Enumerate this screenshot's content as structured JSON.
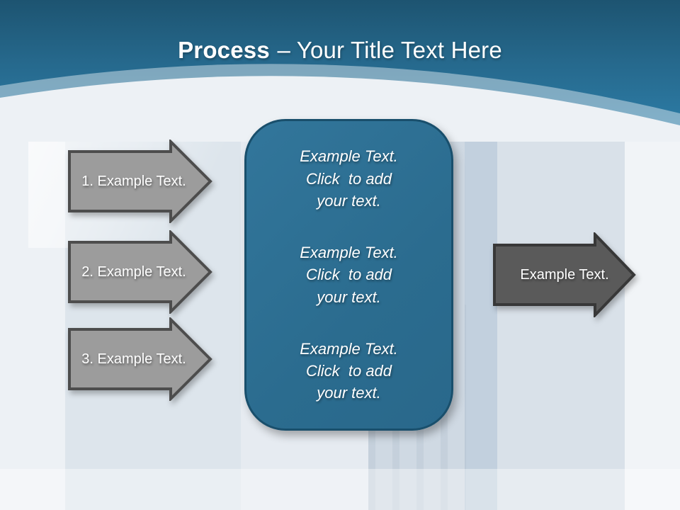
{
  "slide": {
    "title": {
      "emphasis": "Process",
      "rest": "– Your Title Text Here"
    }
  },
  "left_arrows": [
    {
      "label": "1. Example Text."
    },
    {
      "label": "2. Example Text."
    },
    {
      "label": "3. Example Text."
    }
  ],
  "center_box": {
    "blocks": [
      {
        "text": "Example Text.\nClick  to add\nyour text."
      },
      {
        "text": "Example Text.\nClick  to add\nyour text."
      },
      {
        "text": "Example Text.\nClick  to add\nyour text."
      }
    ]
  },
  "right_arrow": {
    "label": "Example Text."
  },
  "colors": {
    "header_top": "#1d5471",
    "header_bottom": "#2e80ab",
    "panel_fill": "#2c6f93",
    "panel_border": "#194f6c",
    "left_arrow_fill": "#9c9c9c",
    "left_arrow_border": "#4d4d4d",
    "right_arrow_fill": "#5a5a5a",
    "right_arrow_border": "#383838",
    "text": "#ffffff",
    "background": "#edf1f5"
  }
}
